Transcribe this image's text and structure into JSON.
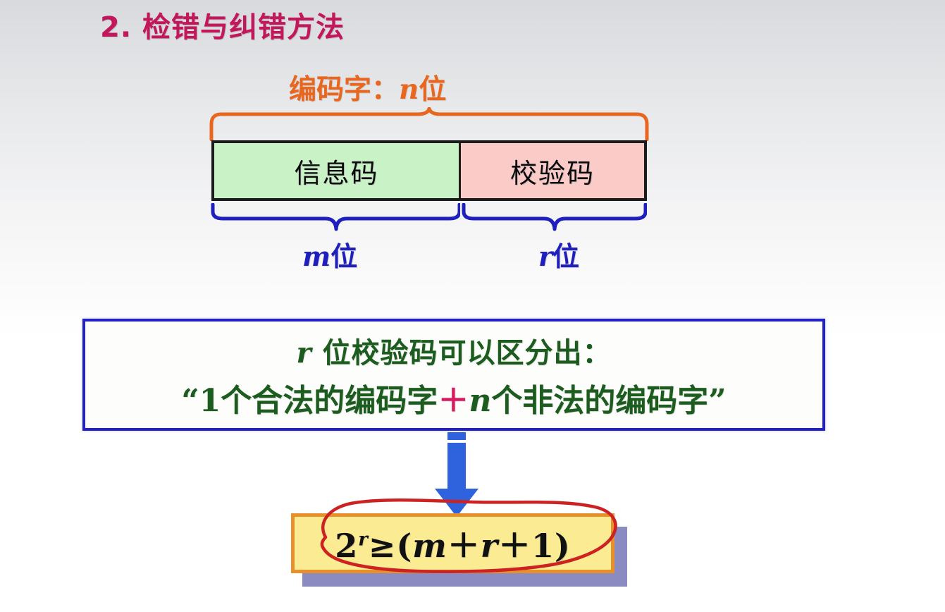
{
  "slide": {
    "title": "2. 检错与纠错方法",
    "title_color": "#c2175b",
    "background": "light-gray-to-white-gradient"
  },
  "codeword": {
    "label_prefix": "编码字：",
    "label_var": "n",
    "label_suffix": "位",
    "color": "#e8661e",
    "brace_color": "#e8661e"
  },
  "code_boxes": {
    "info": {
      "label": "信息码",
      "fill": "#c9f2c7",
      "border": "#1c1c1c"
    },
    "check": {
      "label": "校验码",
      "fill": "#fbcbc8",
      "border": "#1c1c1c"
    }
  },
  "bit_labels": {
    "brace_color": "#1f1fbe",
    "m": {
      "var": "m",
      "suffix": "位",
      "color": "#1f1fbe"
    },
    "r": {
      "var": "r",
      "suffix": "位",
      "color": "#1f1fbe"
    }
  },
  "statement": {
    "border_color": "#2222c8",
    "text_color": "#1c5c1f",
    "accent_color": "#d81b60",
    "line1": {
      "var": "r",
      "text": " 位校验码可以区分出："
    },
    "line2": {
      "open_quote": "“1个合法的编码字",
      "plus": "＋",
      "var": "n",
      "close": "个非法的编码字”"
    }
  },
  "arrow": {
    "direction": "down",
    "color": "#2f62dd"
  },
  "formula": {
    "base": "2",
    "exponent": "r",
    "relation": "≥",
    "open_paren": "(",
    "term1": "m",
    "op1": "＋",
    "term2": "r",
    "op2": "＋",
    "term3": "1",
    "close_paren": ")",
    "full": "2r ≥ (m＋r＋1)",
    "box_fill": "#fbeb92",
    "box_border": "#e8902a",
    "shadow_color": "#8b8bc2",
    "annotation_color": "#cc2222",
    "annotation": "red-hand-drawn-ellipse"
  }
}
